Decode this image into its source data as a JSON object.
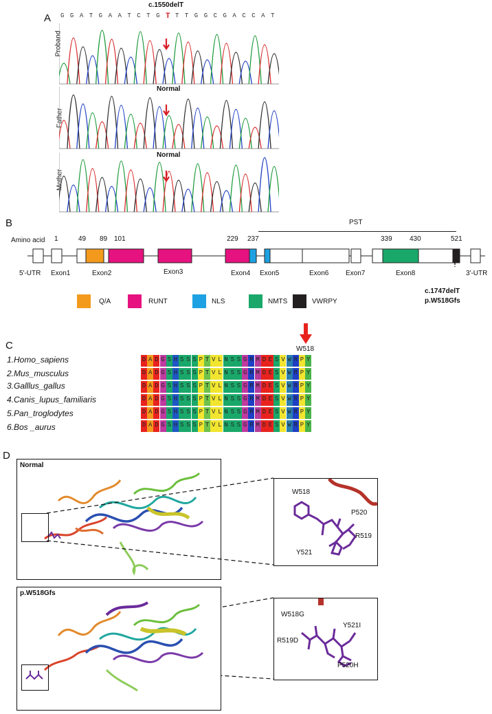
{
  "panels": {
    "a": "A",
    "b": "B",
    "c": "C",
    "d": "D"
  },
  "panel_a": {
    "sequence": [
      "G",
      "G",
      "A",
      "T",
      "G",
      "A",
      "A",
      "T",
      "C",
      "T",
      "G",
      "T",
      "T",
      "T",
      "G",
      "G",
      "C",
      "G",
      "A",
      "C",
      "C",
      "A",
      "T"
    ],
    "mutation_index": 11,
    "mutation_label": "c.1550delT",
    "tracks": [
      {
        "name": "Proband",
        "status": ""
      },
      {
        "name": "Father",
        "status": "Normal"
      },
      {
        "name": "Mother",
        "status": "Normal"
      }
    ]
  },
  "panel_b": {
    "pst_label": "PST",
    "amino_acid_label": "Amino acid",
    "positions": [
      "1",
      "49",
      "89",
      "101",
      "229",
      "237",
      "339",
      "430",
      "521"
    ],
    "exon_labels": [
      "5'-UTR",
      "Exon1",
      "Exon2",
      "Exon3",
      "Exon4",
      "Exon5",
      "Exon6",
      "Exon7",
      "Exon8",
      "3'-UTR"
    ],
    "variant_cdna": "c.1747delT",
    "variant_protein": "p.W518Gfs",
    "legend": [
      {
        "label": "Q/A",
        "color": "#f39a1d"
      },
      {
        "label": "RUNT",
        "color": "#e5127f"
      },
      {
        "label": "NLS",
        "color": "#1da1e2"
      },
      {
        "label": "NMTS",
        "color": "#1aa86a"
      },
      {
        "label": "VWRPY",
        "color": "#231f20"
      }
    ]
  },
  "panel_c": {
    "marker": "W518",
    "species": [
      "1.Homo_sapiens",
      "2.Mus_musculus",
      "3.Galllus_gallus",
      "4.Canis_lupus_familiaris",
      "5.Pan_troglodytes",
      "6.Bos _aurus"
    ],
    "sequence": [
      "D",
      "A",
      "D",
      "G",
      "S",
      "H",
      "S",
      "S",
      "S",
      "P",
      "T",
      "V",
      "L",
      "N",
      "S",
      "S",
      "G",
      "R",
      "M",
      "D",
      "E",
      "S",
      "V",
      "W",
      "R",
      "P",
      "Y"
    ]
  },
  "panel_d": {
    "normal": {
      "title": "Normal",
      "labels": [
        "W518",
        "P520",
        "R519",
        "Y521"
      ]
    },
    "mutant": {
      "title": "p.W518Gfs",
      "labels": [
        "W518G",
        "Y521I",
        "R519D",
        "P520H"
      ]
    }
  }
}
